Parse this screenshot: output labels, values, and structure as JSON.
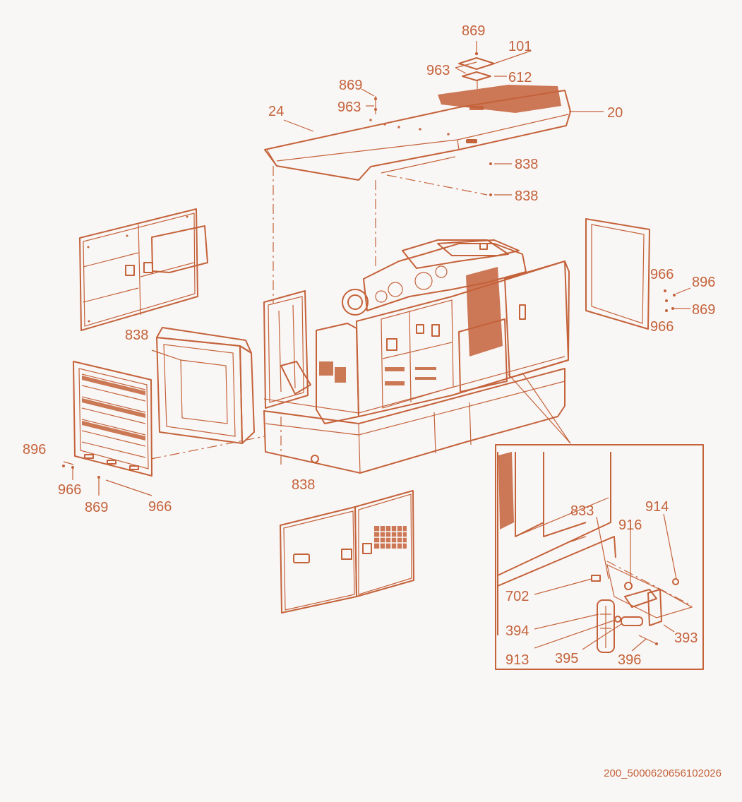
{
  "colors": {
    "line": "#c4623a",
    "background": "#f9f7f6"
  },
  "labels": {
    "l869_top": "869",
    "l101": "101",
    "l963_top": "963",
    "l612": "612",
    "l869_roof": "869",
    "l963_roof": "963",
    "l24": "24",
    "l20": "20",
    "l838_a": "838",
    "l838_b": "838",
    "l966_r1": "966",
    "l896_r": "896",
    "l869_r": "869",
    "l966_r2": "966",
    "l838_left": "838",
    "l896_l": "896",
    "l966_l1": "966",
    "l869_l": "869",
    "l966_l2": "966",
    "l838_bottom": "838",
    "l833": "833",
    "l914": "914",
    "l916": "916",
    "l702": "702",
    "l394": "394",
    "l393": "393",
    "l913": "913",
    "l395": "395",
    "l396": "396"
  },
  "document_id": "200_5000620656102026"
}
